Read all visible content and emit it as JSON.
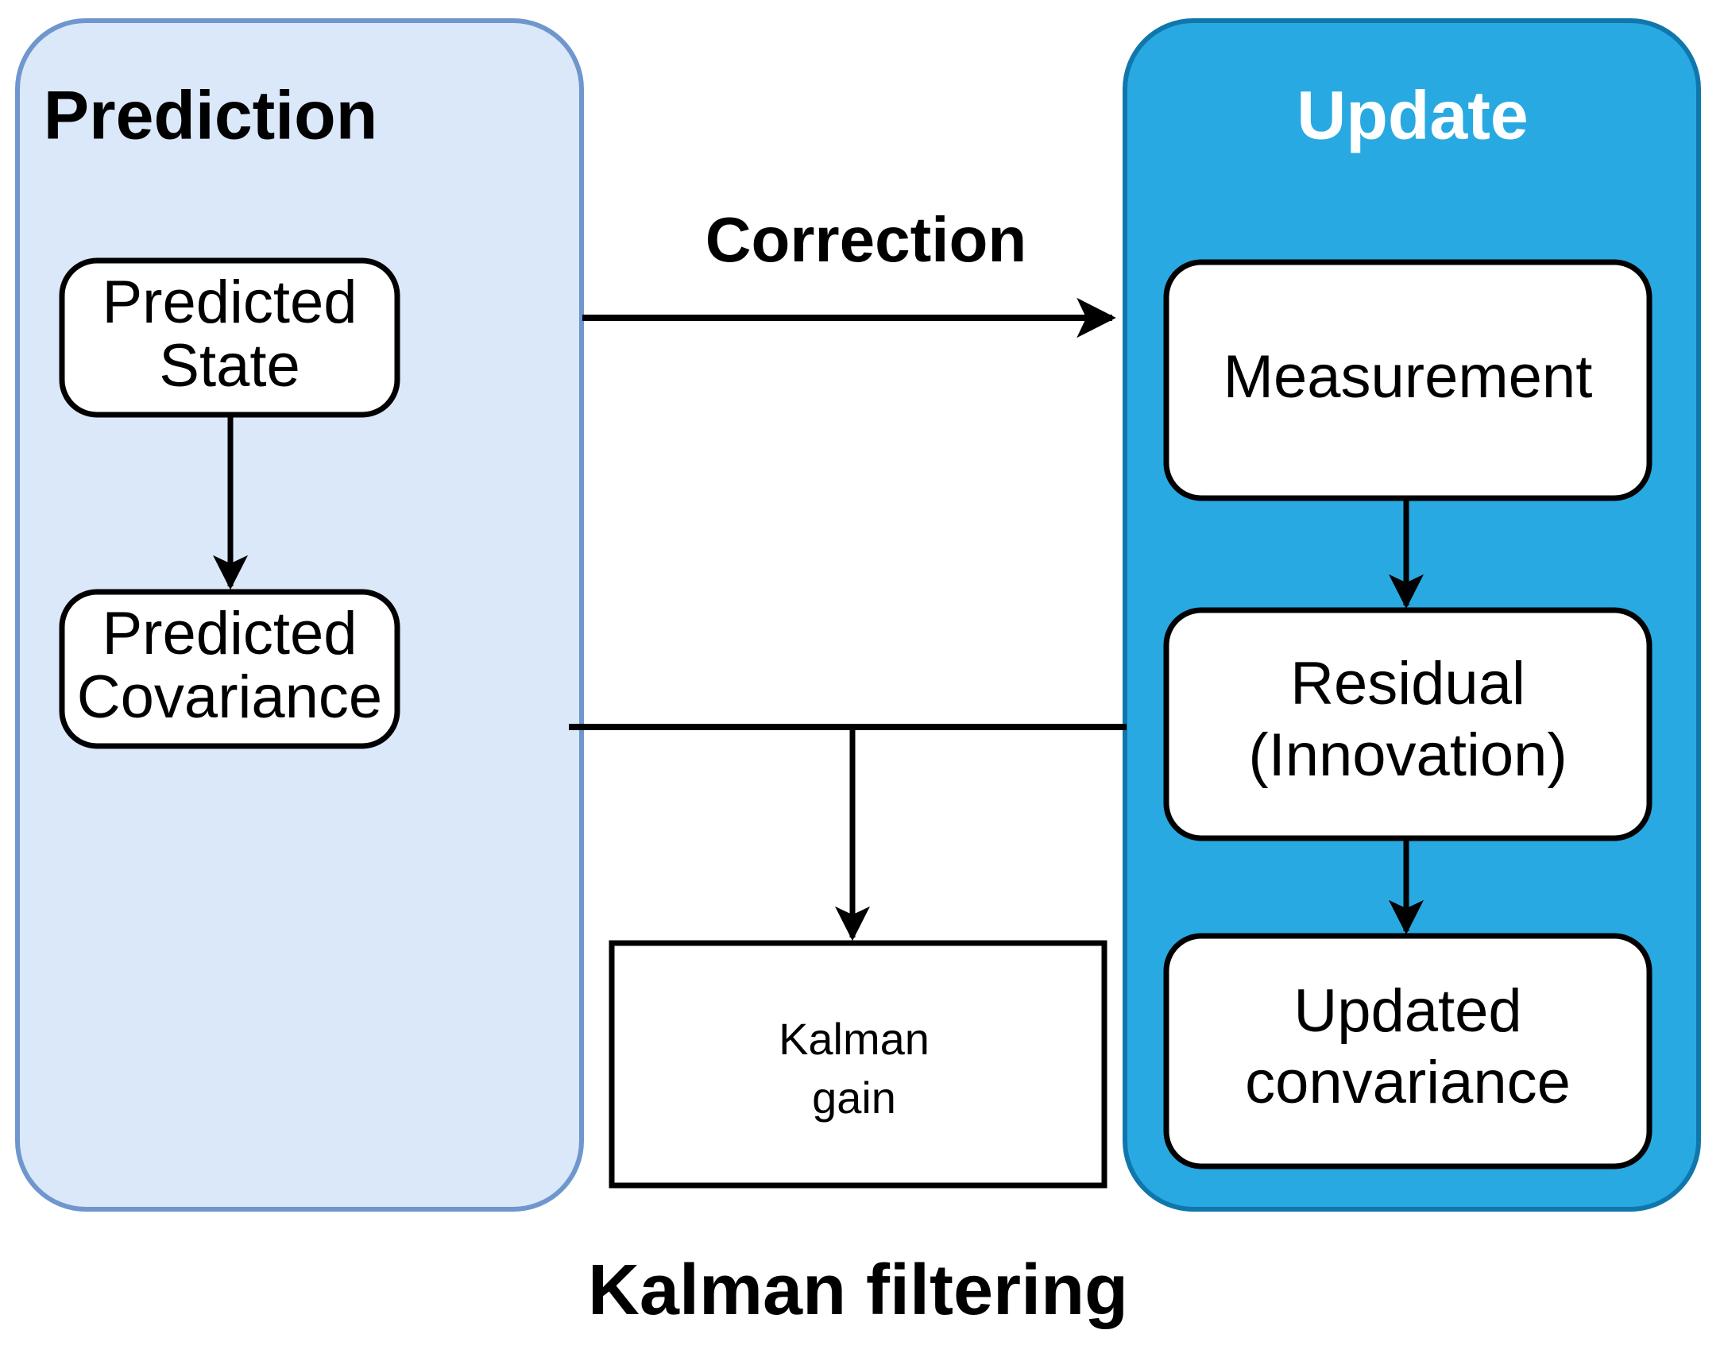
{
  "diagram": {
    "caption": "Kalman filtering",
    "panels": [
      {
        "id": "prediction",
        "title": "Prediction",
        "fill": "#dbe8f9",
        "stroke": "#6f96cd",
        "title_color": "#000000",
        "nodes": [
          {
            "id": "predicted-state",
            "lines": [
              "Predicted",
              "State"
            ]
          },
          {
            "id": "predicted-covariance",
            "lines": [
              "Predicted",
              "Covariance"
            ]
          }
        ]
      },
      {
        "id": "update",
        "title": "Update",
        "fill": "#29a9e1",
        "stroke": "#1077ad",
        "title_color": "#ffffff",
        "nodes": [
          {
            "id": "measurement",
            "lines": [
              "Measurement"
            ]
          },
          {
            "id": "residual",
            "lines": [
              "Residual",
              "(Innovation)"
            ]
          },
          {
            "id": "updated-covariance",
            "lines": [
              "Updated",
              "convariance"
            ]
          }
        ]
      }
    ],
    "standalone_nodes": [
      {
        "id": "kalman-gain",
        "lines": [
          "Kalman",
          "gain"
        ]
      }
    ],
    "edges": [
      {
        "id": "prediction-to-update",
        "label": "Correction",
        "from": "predicted-state",
        "to": "update-panel",
        "arrow": true
      },
      {
        "id": "state-to-covariance",
        "label": "",
        "from": "predicted-state",
        "to": "predicted-covariance",
        "arrow": true
      },
      {
        "id": "covariance-to-residual",
        "label": "",
        "from": "predicted-covariance",
        "to": "update-panel",
        "arrow": false
      },
      {
        "id": "covariance-to-kalman-gain",
        "label": "",
        "from": "predicted-covariance",
        "to": "kalman-gain",
        "arrow": true
      },
      {
        "id": "measurement-to-residual",
        "label": "",
        "from": "measurement",
        "to": "residual",
        "arrow": true
      },
      {
        "id": "residual-to-updated-covariance",
        "label": "",
        "from": "residual",
        "to": "updated-covariance",
        "arrow": true
      }
    ]
  }
}
